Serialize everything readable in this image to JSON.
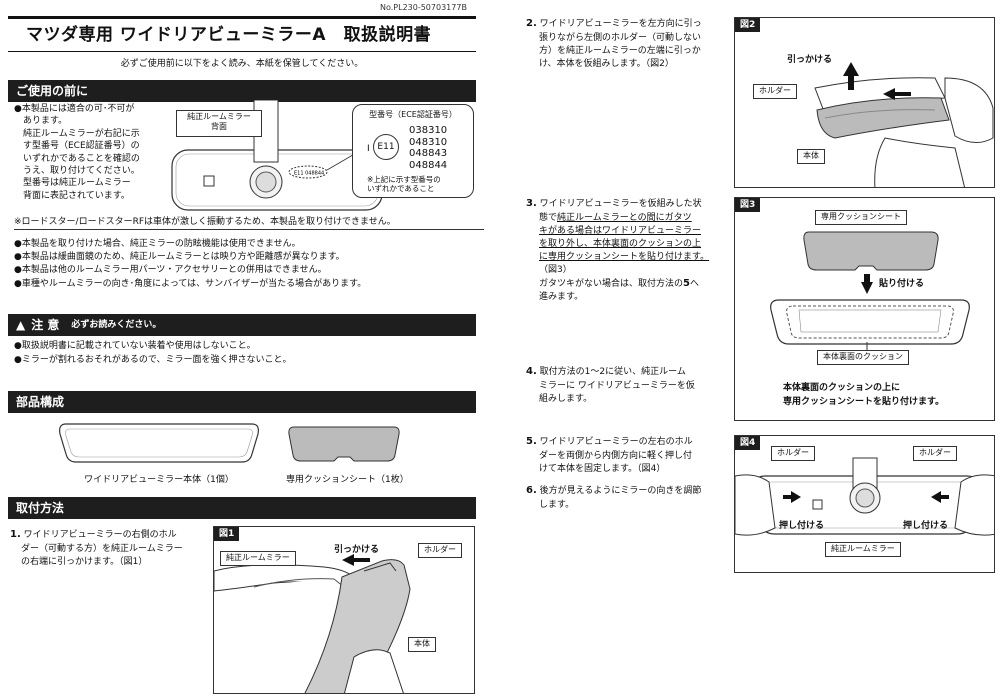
{
  "doc_number": "No.PL230-50703177B",
  "title": "マツダ専用 ワイドリアビューミラーA　取扱説明書",
  "intro": "必ずご使用前に以下をよく読み、本紙を保管してください。",
  "before_use": {
    "heading": "ご使用の前に",
    "compat_lines": [
      "●本製品には適合の可･不可が",
      "あります。",
      "純正ルームミラーが右記に示",
      "す型番号（ECE認証番号）の",
      "いずれかであることを確認の",
      "うえ、取り付けてください。",
      "型番号は純正ルームミラー",
      "背面に表記されています。"
    ],
    "roadster_note": "※ロードスター/ロードスターRFは車体が激しく振動するため、本製品を取り付けできません。",
    "mirror_back_label": "純正ルームミラー\n背面",
    "model_title": "型番号（ECE認証番号）",
    "model_mark": "E11",
    "model_prefix": "I",
    "model_numbers": [
      "038310",
      "048310",
      "048843",
      "048844"
    ],
    "model_note": "※上記に示す型番号の\nいずれかであること",
    "plate_text": "E11 048844",
    "bullets": [
      "●本製品を取り付けた場合、純正ミラーの防眩機能は使用できません。",
      "●本製品は緩曲面鏡のため、純正ルームミラーとは映り方や距離感が異なります。",
      "●本製品は他のルームミラー用パーツ・アクセサリーとの併用はできません。",
      "●車種やルームミラーの向き･角度によっては、サンバイザーが当たる場合があります。"
    ]
  },
  "caution": {
    "icon": "▲",
    "heading": "注 意",
    "sub": "必ずお読みください。",
    "items": [
      "●取扱説明書に記載されていない装着や使用はしないこと。",
      "●ミラーが割れるおそれがあるので、ミラー面を強く押さないこと。"
    ]
  },
  "parts": {
    "heading": "部品構成",
    "mirror_label": "ワイドリアビューミラー本体（1個）",
    "sheet_label": "専用クッションシート（1枚）"
  },
  "install": {
    "heading": "取付方法",
    "step1_num": "1.",
    "step1": [
      "ワイドリアビューミラーの右側のホル",
      "ダー（可動する方）を純正ルームミラー",
      "の右端に引っかけます。（図1）"
    ],
    "fig1": {
      "tag": "図1",
      "mirror": "純正ルームミラー",
      "hook": "引っかける",
      "holder": "ホルダー",
      "body": "本体"
    }
  },
  "right": {
    "step2_num": "2.",
    "step2": [
      "ワイドリアビューミラーを左方向に引っ",
      "張りながら左側のホルダー（可動しない",
      "方）を純正ルームミラーの左端に引っか",
      "け、本体を仮組みします。（図2）"
    ],
    "fig2": {
      "tag": "図2",
      "hook": "引っかける",
      "holder": "ホルダー",
      "body": "本体"
    },
    "step3_num": "3.",
    "step3_a": "ワイドリアビューミラーを仮組みした状",
    "step3_b": "態で",
    "step3_u1": "純正ルームミラーとの間にガタツ",
    "step3_u2": "キがある場合はワイドリアビューミラー",
    "step3_u3": "を取り外し、本体裏面のクッションの上",
    "step3_u4": "に専用クッションシートを貼り付けます。",
    "step3_c": "（図3）",
    "step3_d": "ガタツキがない場合は、取付方法の",
    "step3_e": "5",
    "step3_f": "へ",
    "step3_g": "進みます。",
    "fig3": {
      "tag": "図3",
      "sheet": "専用クッションシート",
      "attach": "貼り付ける",
      "cushion": "本体裏面のクッション",
      "caption1": "本体裏面のクッションの上に",
      "caption2": "専用クッションシートを貼り付けます。"
    },
    "step4_num": "4.",
    "step4": [
      "取付方法の1～2に従い、純正ルーム",
      "ミラーに ワイドリアビューミラーを仮",
      "組みします。"
    ],
    "step5_num": "5.",
    "step5": [
      "ワイドリアビューミラーの左右のホル",
      "ダーを両側から内側方向に軽く押し付",
      "けて本体を固定します。（図4）"
    ],
    "step6_num": "6.",
    "step6": [
      "後方が見えるようにミラーの向きを調節",
      "します。"
    ],
    "fig4": {
      "tag": "図4",
      "holder_l": "ホルダー",
      "holder_r": "ホルダー",
      "push_l": "押し付ける",
      "push_r": "押し付ける",
      "mirror": "純正ルームミラー"
    }
  }
}
